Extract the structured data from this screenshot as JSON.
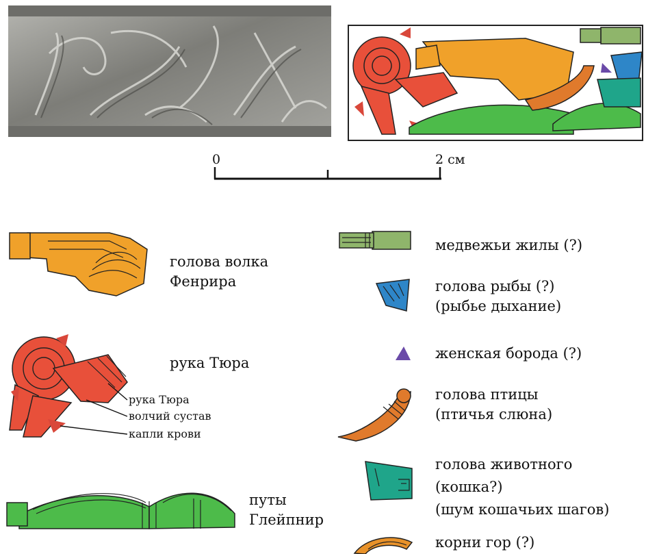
{
  "scale_bar": {
    "start_label": "0",
    "end_label": "2 см"
  },
  "legend_left": {
    "wolf_head": [
      "голова волка",
      "Фенрира"
    ],
    "tyr_hand": "рука Тюра",
    "tyr_callouts": [
      "рука Тюра",
      "волчий сустав",
      "капли крови"
    ],
    "gleipnir": [
      "путы",
      "Глейпнир"
    ]
  },
  "legend_right": {
    "bear_sinews": "медвежьи жилы (?)",
    "fish_head": [
      "голова рыбы (?)",
      "(рыбье дыхание)"
    ],
    "woman_beard": "женская борода (?)",
    "bird_head": [
      "голова птицы",
      "(птичья слюна)"
    ],
    "animal_head": [
      "голова животного",
      "(кошка?)",
      "(шум кошачьих шагов)"
    ],
    "mountain_roots": "корни гор (?)"
  },
  "colors": {
    "wolf_orange": "#f0a12a",
    "tyr_red": "#e8503a",
    "blood_red": "#d9473a",
    "gleipnir_green": "#4dbb4a",
    "sinew_green": "#8fb56b",
    "fish_blue": "#2e86c8",
    "beard_purple": "#6a4aa8",
    "bird_orange": "#e07a2c",
    "animal_teal": "#1fa58a",
    "roots_orange": "#e8922a",
    "plaque_silver": "#8a8a86"
  }
}
